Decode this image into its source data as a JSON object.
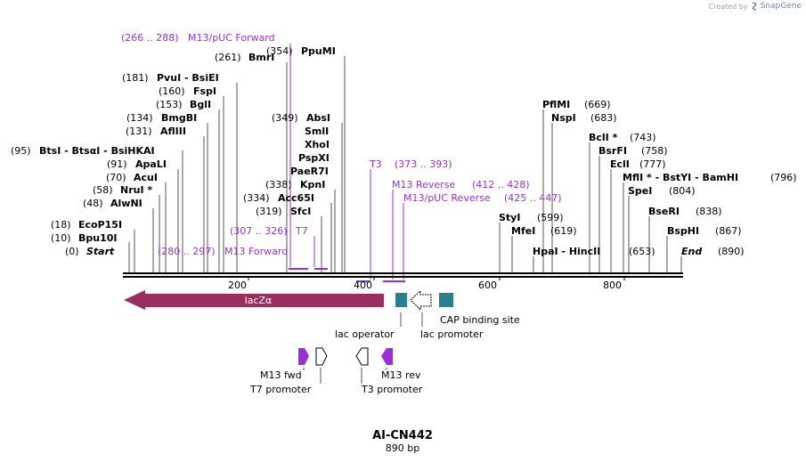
{
  "credit": {
    "prefix": "Created by",
    "brand": "SnapGene"
  },
  "plasmid": {
    "name": "AI-CN442",
    "size_label": "890 bp"
  },
  "ruler_ticks": [
    "200",
    "400",
    "600",
    "800"
  ],
  "features": {
    "lacZ": {
      "label": "lacZα",
      "color": "#9a2e5c"
    },
    "cap_label": "CAP binding site",
    "lac_operator_label": "lac operator",
    "lac_promoter_label": "lac promoter",
    "m13_fwd_label": "M13 fwd",
    "t7_promoter_label": "T7 promoter",
    "m13_rev_label": "M13 rev",
    "t3_promoter_label": "T3 promoter",
    "colors": {
      "teal": "#2a7f8f",
      "purple": "#9b2fd6",
      "primer": "#9b2fd6"
    }
  },
  "left_sites": [
    {
      "pos": "(354)",
      "name": "PpuMI"
    },
    {
      "pos": "(261)",
      "name": "BmrI"
    },
    {
      "pos": "(181)",
      "name": "PvuI  - BsiEI"
    },
    {
      "pos": "(160)",
      "name": "FspI"
    },
    {
      "pos": "(153)",
      "name": "BglI"
    },
    {
      "pos": "(134)",
      "name": "BmgBI"
    },
    {
      "pos": "(131)",
      "name": "AflIII"
    },
    {
      "pos": "(95)",
      "name": "BtsI  - BtsαI  - BsiHKAI"
    },
    {
      "pos": "(91)",
      "name": "ApaLI"
    },
    {
      "pos": "(70)",
      "name": "AcuI"
    },
    {
      "pos": "(58)",
      "name": "NruI *"
    },
    {
      "pos": "(48)",
      "name": "AlwNI"
    },
    {
      "pos": "(18)",
      "name": "EcoP15I"
    },
    {
      "pos": "(10)",
      "name": "Bpu10I"
    },
    {
      "pos": "(0)",
      "name": "Start"
    },
    {
      "pos": "(349)",
      "name": "AbsI"
    },
    {
      "pos": "",
      "name": "SmlI"
    },
    {
      "pos": "",
      "name": "XhoI"
    },
    {
      "pos": "",
      "name": "PspXI"
    },
    {
      "pos": "",
      "name": "PaeR7I"
    },
    {
      "pos": "(338)",
      "name": "KpnI"
    },
    {
      "pos": "(334)",
      "name": "Acc65I"
    },
    {
      "pos": "(319)",
      "name": "SfcI"
    }
  ],
  "right_sites": [
    {
      "name": "PflMI",
      "pos": "(669)"
    },
    {
      "name": "NspI",
      "pos": "(683)"
    },
    {
      "name": "BclI *",
      "pos": "(743)"
    },
    {
      "name": "BsrFI",
      "pos": "(758)"
    },
    {
      "name": "EclI",
      "pos": "(777)"
    },
    {
      "name": "MflI *  - BstYI  - BamHI",
      "pos": "(796)"
    },
    {
      "name": "SpeI",
      "pos": "(804)"
    },
    {
      "name": "BseRI",
      "pos": "(838)"
    },
    {
      "name": "BspHI",
      "pos": "(867)"
    },
    {
      "name": "End",
      "pos": "(890)"
    },
    {
      "name": "StyI",
      "pos": "(599)"
    },
    {
      "name": "MfeI",
      "pos": "(619)"
    },
    {
      "name": "HpaI  - HincII",
      "pos": "(653)"
    }
  ],
  "primer_labels": [
    {
      "range": "(266 .. 288)",
      "name": "M13/pUC Forward"
    },
    {
      "range": "(307 .. 326)",
      "name": "T7"
    },
    {
      "range": "(280 .. 297)",
      "name": "M13 Forward"
    },
    {
      "range": "(373 .. 393)",
      "name": "T3",
      "name_first": true
    },
    {
      "range": "(412 .. 428)",
      "name": "M13 Reverse",
      "name_first": true
    },
    {
      "range": "(425 .. 447)",
      "name": "M13/pUC Reverse",
      "name_first": true
    }
  ]
}
